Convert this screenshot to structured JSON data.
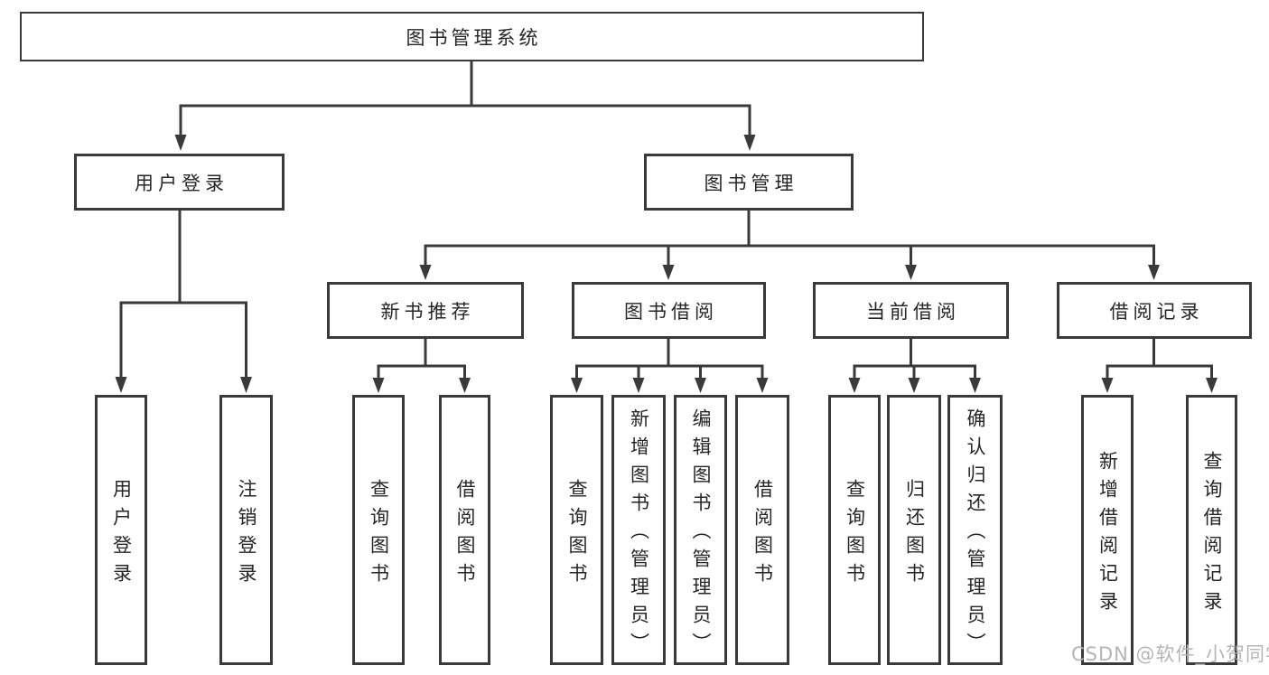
{
  "diagram": {
    "root_label": "图书管理系统",
    "branches": {
      "user_login": "用户登录",
      "book_management": "图书管理"
    },
    "modules": {
      "new_book_recommend": "新书推荐",
      "book_borrow": "图书借阅",
      "current_borrow": "当前借阅",
      "borrow_records": "借阅记录"
    },
    "leaves": {
      "user_login": "用户登录",
      "logout": "注销登录",
      "query_books_1": "查询图书",
      "borrow_books_1": "借阅图书",
      "query_books_2": "查询图书",
      "add_books_admin": "新增图书（管理员）",
      "edit_books_admin": "编辑图书（管理员）",
      "borrow_books_2": "借阅图书",
      "query_books_3": "查询图书",
      "return_books": "归还图书",
      "confirm_return_admin": "确认归还（管理员）",
      "add_borrow_record": "新增借阅记录",
      "query_borrow_record": "查询借阅记录"
    }
  },
  "watermark": "CSDN @软件_小贺同学",
  "colors": {
    "line": "#3a3a3a",
    "text": "#262626",
    "watermark_text": "#b5b5b5",
    "background": "#ffffff"
  }
}
